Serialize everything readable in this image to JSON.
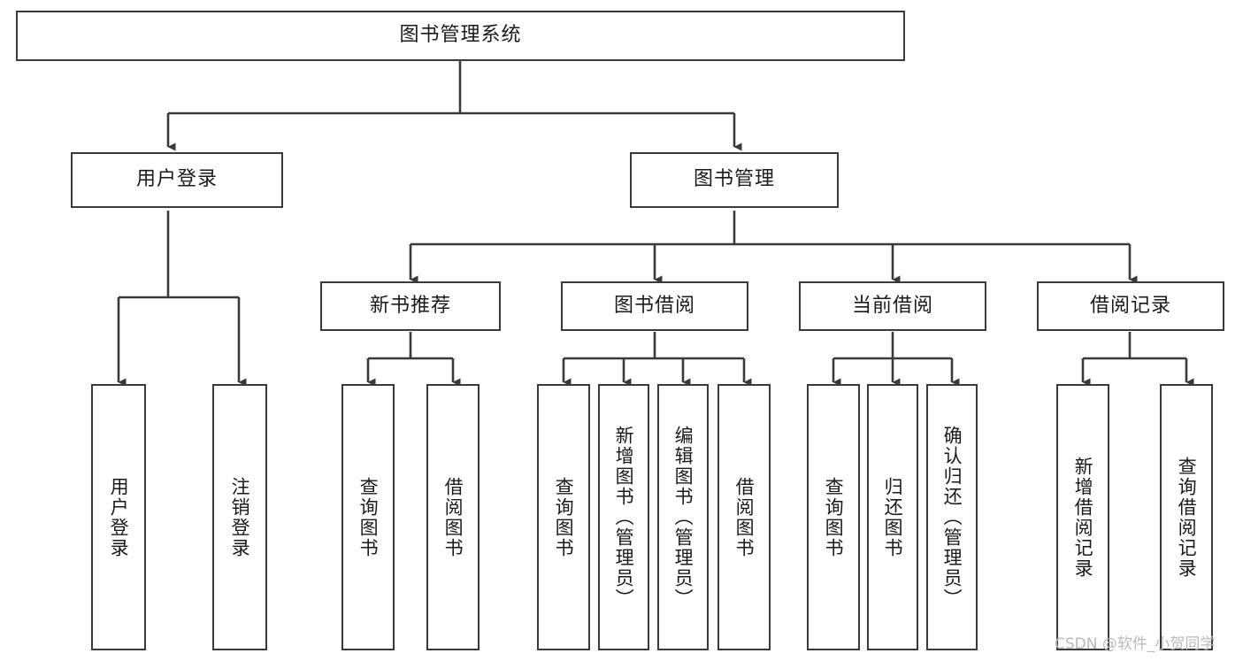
{
  "diagram": {
    "type": "tree-hierarchy",
    "title": "图书管理系统",
    "orientation": "top-down",
    "colors": {
      "background": "#ffffff",
      "stroke": "#3a3a3a",
      "box_fill": "#ffffff",
      "text": "#1a1a1a",
      "watermark": "#b9b9b9"
    },
    "root": {
      "id": "root",
      "label": "图书管理系统",
      "text_orientation": "horizontal"
    },
    "level2": [
      {
        "id": "user-login",
        "label": "用户登录",
        "text_orientation": "horizontal"
      },
      {
        "id": "book-manage",
        "label": "图书管理",
        "text_orientation": "horizontal"
      }
    ],
    "level3": [
      {
        "id": "new-book-rec",
        "label": "新书推荐",
        "parent": "book-manage",
        "text_orientation": "horizontal"
      },
      {
        "id": "book-borrow",
        "label": "图书借阅",
        "parent": "book-manage",
        "text_orientation": "horizontal"
      },
      {
        "id": "current-borrow",
        "label": "当前借阅",
        "parent": "book-manage",
        "text_orientation": "horizontal"
      },
      {
        "id": "borrow-record",
        "label": "借阅记录",
        "parent": "book-manage",
        "text_orientation": "horizontal"
      }
    ],
    "leaves": [
      {
        "id": "leaf-user-login",
        "label": "用户登录",
        "parent": "user-login",
        "text_orientation": "vertical"
      },
      {
        "id": "leaf-user-logout",
        "label": "注销登录",
        "parent": "user-login",
        "text_orientation": "vertical"
      },
      {
        "id": "leaf-query-book-1",
        "label": "查询图书",
        "parent": "new-book-rec",
        "text_orientation": "vertical"
      },
      {
        "id": "leaf-borrow-book-1",
        "label": "借阅图书",
        "parent": "new-book-rec",
        "text_orientation": "vertical"
      },
      {
        "id": "leaf-query-book-2",
        "label": "查询图书",
        "parent": "book-borrow",
        "text_orientation": "vertical"
      },
      {
        "id": "leaf-add-book",
        "label": "新增图书（管理员）",
        "parent": "book-borrow",
        "text_orientation": "vertical"
      },
      {
        "id": "leaf-edit-book",
        "label": "编辑图书（管理员）",
        "parent": "book-borrow",
        "text_orientation": "vertical"
      },
      {
        "id": "leaf-borrow-book-2",
        "label": "借阅图书",
        "parent": "book-borrow",
        "text_orientation": "vertical"
      },
      {
        "id": "leaf-query-book-3",
        "label": "查询图书",
        "parent": "current-borrow",
        "text_orientation": "vertical"
      },
      {
        "id": "leaf-return-book",
        "label": "归还图书",
        "parent": "current-borrow",
        "text_orientation": "vertical"
      },
      {
        "id": "leaf-confirm-return",
        "label": "确认归还（管理员）",
        "parent": "current-borrow",
        "text_orientation": "vertical"
      },
      {
        "id": "leaf-add-record",
        "label": "新增借阅记录",
        "parent": "borrow-record",
        "text_orientation": "vertical"
      },
      {
        "id": "leaf-query-record",
        "label": "查询借阅记录",
        "parent": "borrow-record",
        "text_orientation": "vertical"
      }
    ]
  },
  "watermark": {
    "text": "CSDN @软件_小贺同学"
  }
}
